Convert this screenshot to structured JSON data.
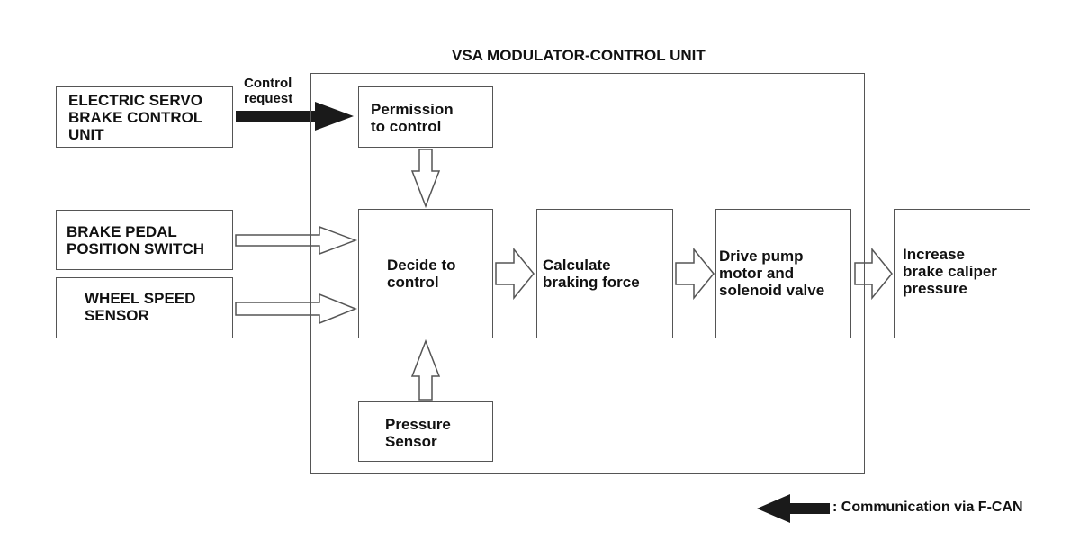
{
  "unit_title": "VSA MODULATOR-CONTROL UNIT",
  "inputs": {
    "esb": "ELECTRIC SERVO\nBRAKE CONTROL\nUNIT",
    "brake_pedal": "BRAKE PEDAL\nPOSITION SWITCH",
    "wheel_speed": "WHEEL SPEED\nSENSOR"
  },
  "control_request_label": "Control\nrequest",
  "blocks": {
    "permission": "Permission\nto control",
    "decide": "Decide to\ncontrol",
    "calculate": "Calculate\nbraking force",
    "drive": "Drive pump\nmotor and\nsolenoid valve",
    "increase": "Increase\nbrake caliper\npressure",
    "pressure_sensor": "Pressure\nSensor"
  },
  "legend": {
    "text": ": Communication via F-CAN"
  },
  "colors": {
    "line": "#555555",
    "fcan_arrow": "#1a1a1a",
    "text": "#111111"
  }
}
